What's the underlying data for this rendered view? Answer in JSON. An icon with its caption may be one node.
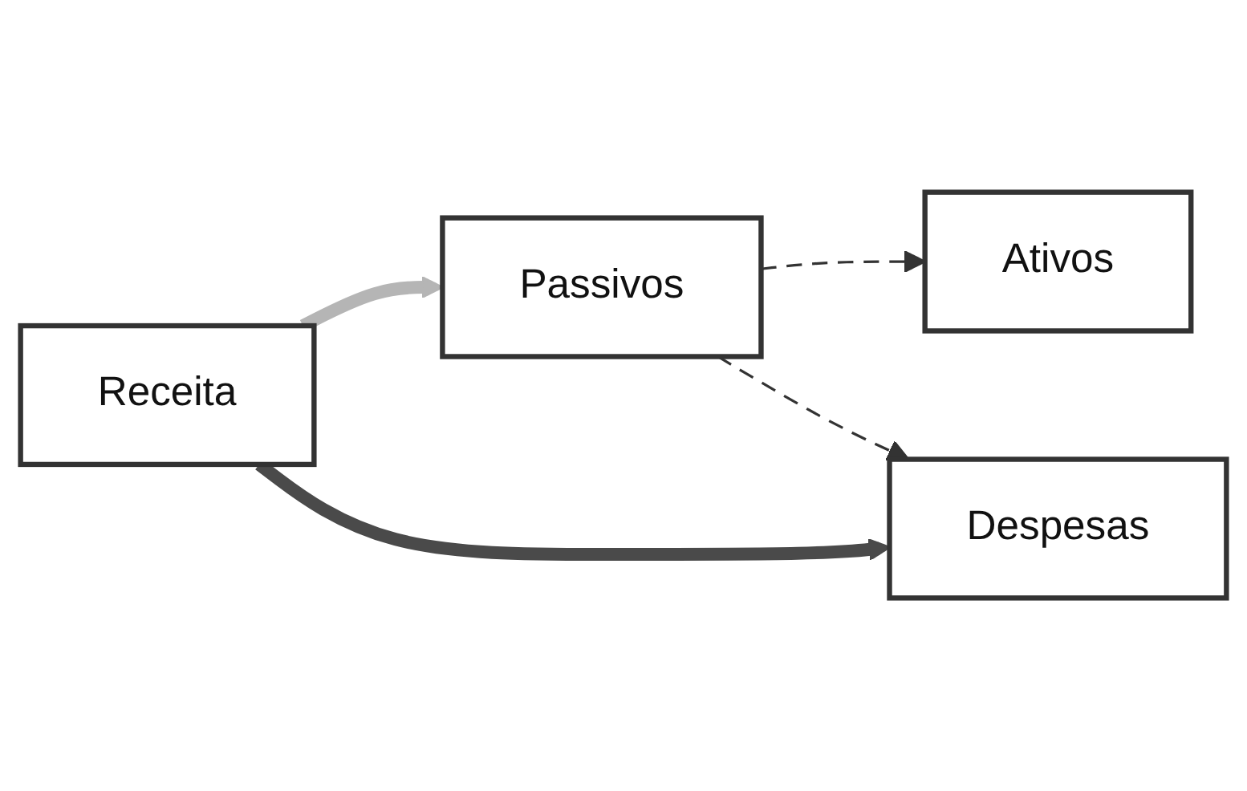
{
  "diagram": {
    "nodes": [
      {
        "text": [
          "Receita"
        ]
      },
      {
        "text": [
          "Despesas"
        ]
      },
      {
        "text": [
          "Ativos"
        ]
      },
      {
        "text": [
          "Passivos"
        ]
      }
    ],
    "edges": [
      {
        "from": 0,
        "to": 3,
        "arrow": "to",
        "style": "thick",
        "color": "#b5b5b5"
      },
      {
        "from": 0,
        "to": 1,
        "arrow": "to",
        "style": "thick",
        "color": "#4a4a4a"
      },
      {
        "from": 3,
        "to": 2,
        "arrow": "to",
        "style": "dashed"
      },
      {
        "from": 3,
        "to": 1,
        "arrow": "to",
        "style": "dashed"
      }
    ]
  }
}
